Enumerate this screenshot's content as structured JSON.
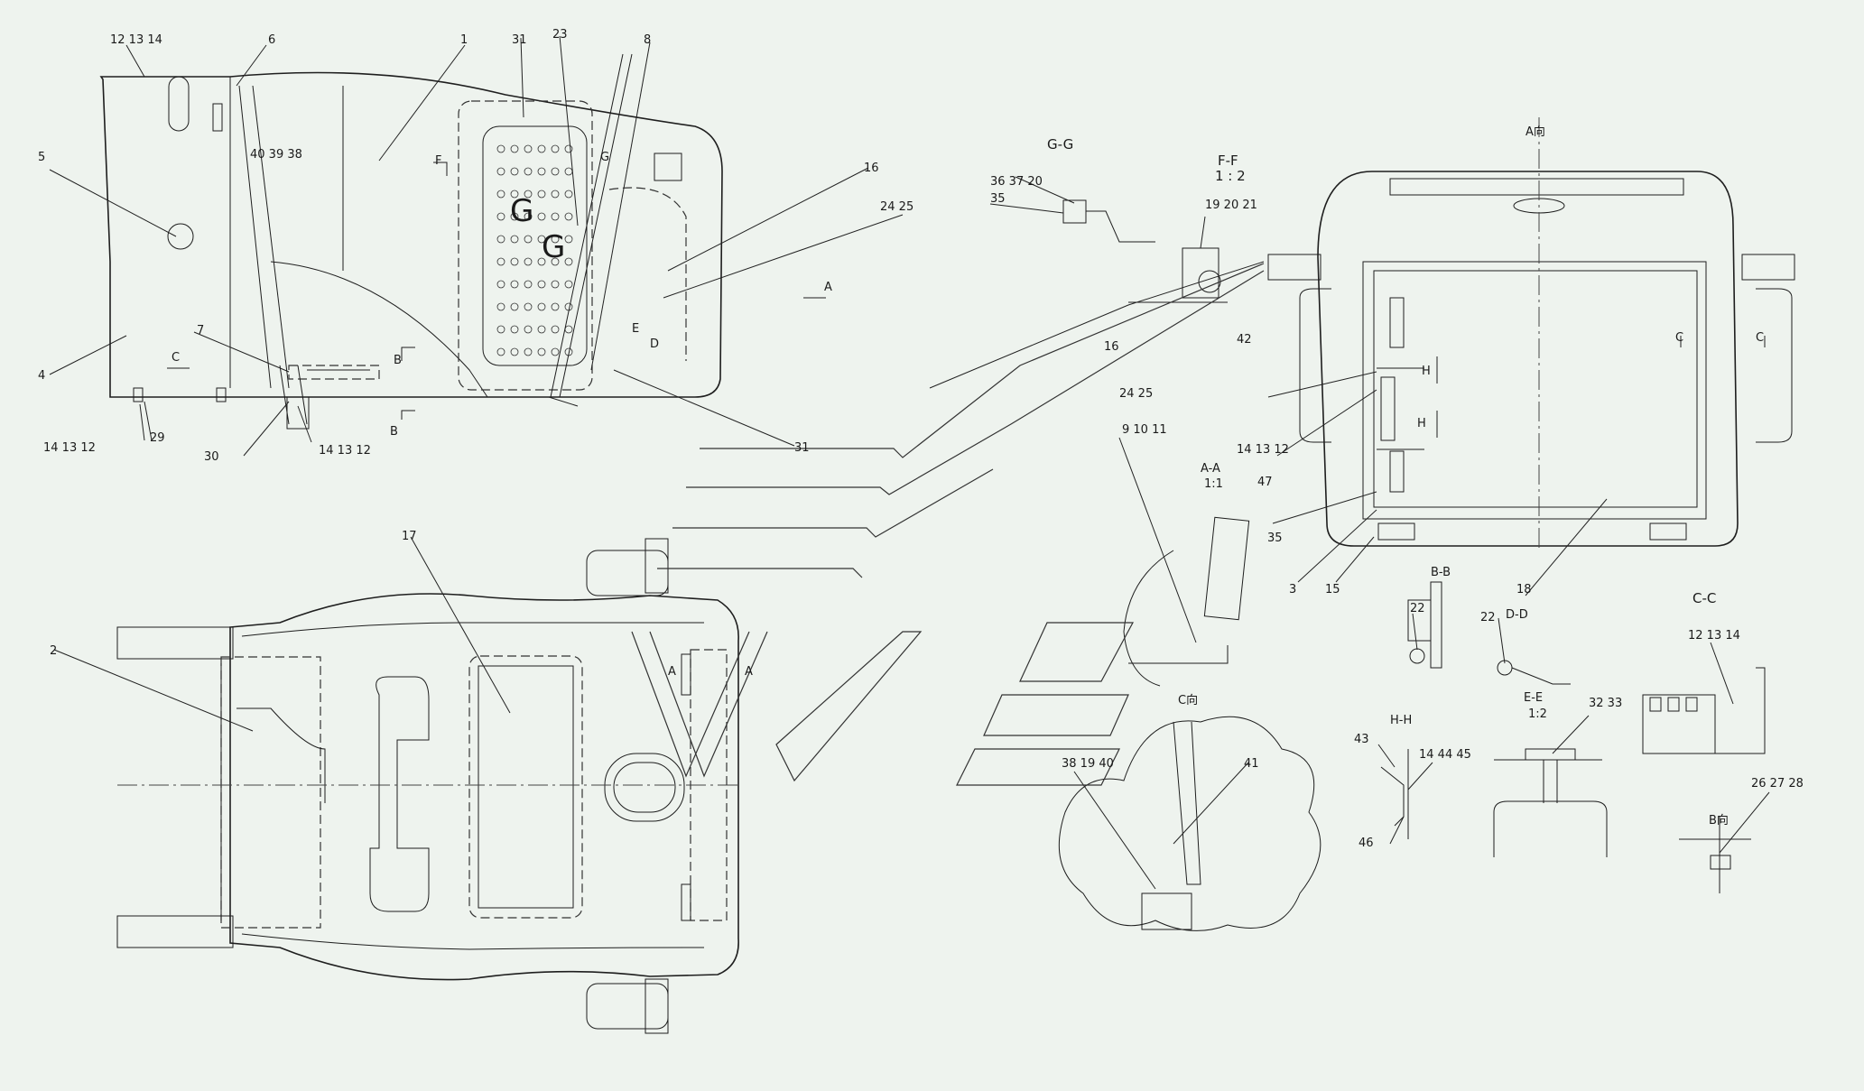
{
  "callouts": {
    "c1": "1",
    "c2": "2",
    "c3": "3",
    "c4": "4",
    "c5": "5",
    "c6": "6",
    "c7": "7",
    "c8": "8",
    "c12_13_14_top": "12  13  14",
    "c14_13_12_left": "14  13  12",
    "c14_13_12_mid": "14  13  12",
    "c14_13_12_right": "14  13  12",
    "c12_13_14_cc": "12  13  14",
    "c14_44_45": "14  44  45",
    "c40_39_38": "40  39  38",
    "c38_19_40": "38  19  40",
    "c9_10_11": "9  10  11",
    "c24_25_top": "24  25",
    "c24_25_mid": "24  25",
    "c36_37_20": "36  37  20",
    "c19_20_21": "19  20  21",
    "c26_27_28": "26  27  28",
    "c32_33": "32  33",
    "c15": "15",
    "c16a": "16",
    "c16b": "16",
    "c17": "17",
    "c18": "18",
    "c22a": "22",
    "c22b": "22",
    "c23": "23",
    "c29": "29",
    "c30": "30",
    "c31a": "31",
    "c31b": "31",
    "c35a": "35",
    "c35b": "35",
    "c41": "41",
    "c42": "42",
    "c43": "43",
    "c46": "46",
    "c47": "47"
  },
  "view_labels": {
    "gg": "G-G",
    "ff": "F-F",
    "ff_scale": "1 : 2",
    "aa": "A-A",
    "aa_scale": "1:1",
    "bb": "B-B",
    "cc": "C-C",
    "dd": "D-D",
    "ee": "E-E",
    "ee_scale": "1:2",
    "hh": "H-H",
    "a_dir": "A向",
    "b_dir": "B向",
    "c_dir": "C向"
  },
  "section_marks": {
    "a1": "A",
    "b1": "B",
    "b2": "B",
    "c1": "C",
    "c2": "C",
    "c3": "C",
    "d1": "D",
    "e1": "E",
    "f1": "F",
    "g1": "G",
    "g2": "G",
    "g3": "G",
    "h1": "H",
    "h2": "H",
    "sa1": "A",
    "sa2": "A"
  }
}
